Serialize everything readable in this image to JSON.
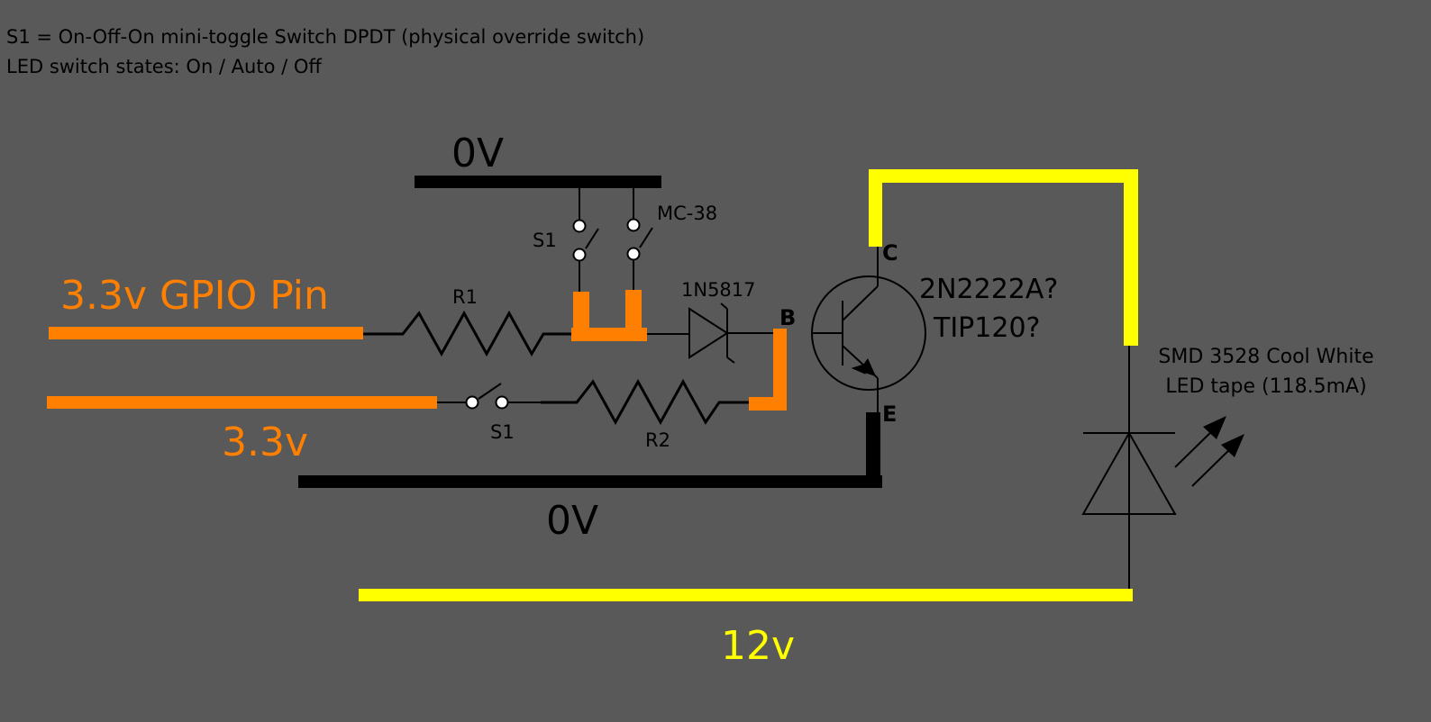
{
  "notes": {
    "line1": "S1 = On-Off-On mini-toggle Switch DPDT (physical override switch)",
    "line2": "LED switch states:  On / Auto / Off"
  },
  "rails": {
    "gpio": "3.3v GPIO Pin",
    "v33": "3.3v",
    "zero_top": "0V",
    "zero_bottom": "0V",
    "v12": "12v"
  },
  "components": {
    "r1": "R1",
    "r2": "R2",
    "s1_top": "S1",
    "s1_bottom": "S1",
    "mc38": "MC-38",
    "diode": "1N5817",
    "pin_b": "B",
    "pin_c": "C",
    "pin_e": "E",
    "transistor_1": "2N2222A?",
    "transistor_2": "TIP120?",
    "led_1": "SMD 3528 Cool White",
    "led_2": "LED tape (118.5mA)"
  },
  "colors": {
    "background": "#595959",
    "gpio_wire": "#ff8000",
    "ground_wire": "#000000",
    "supply_12v": "#ffff00"
  }
}
